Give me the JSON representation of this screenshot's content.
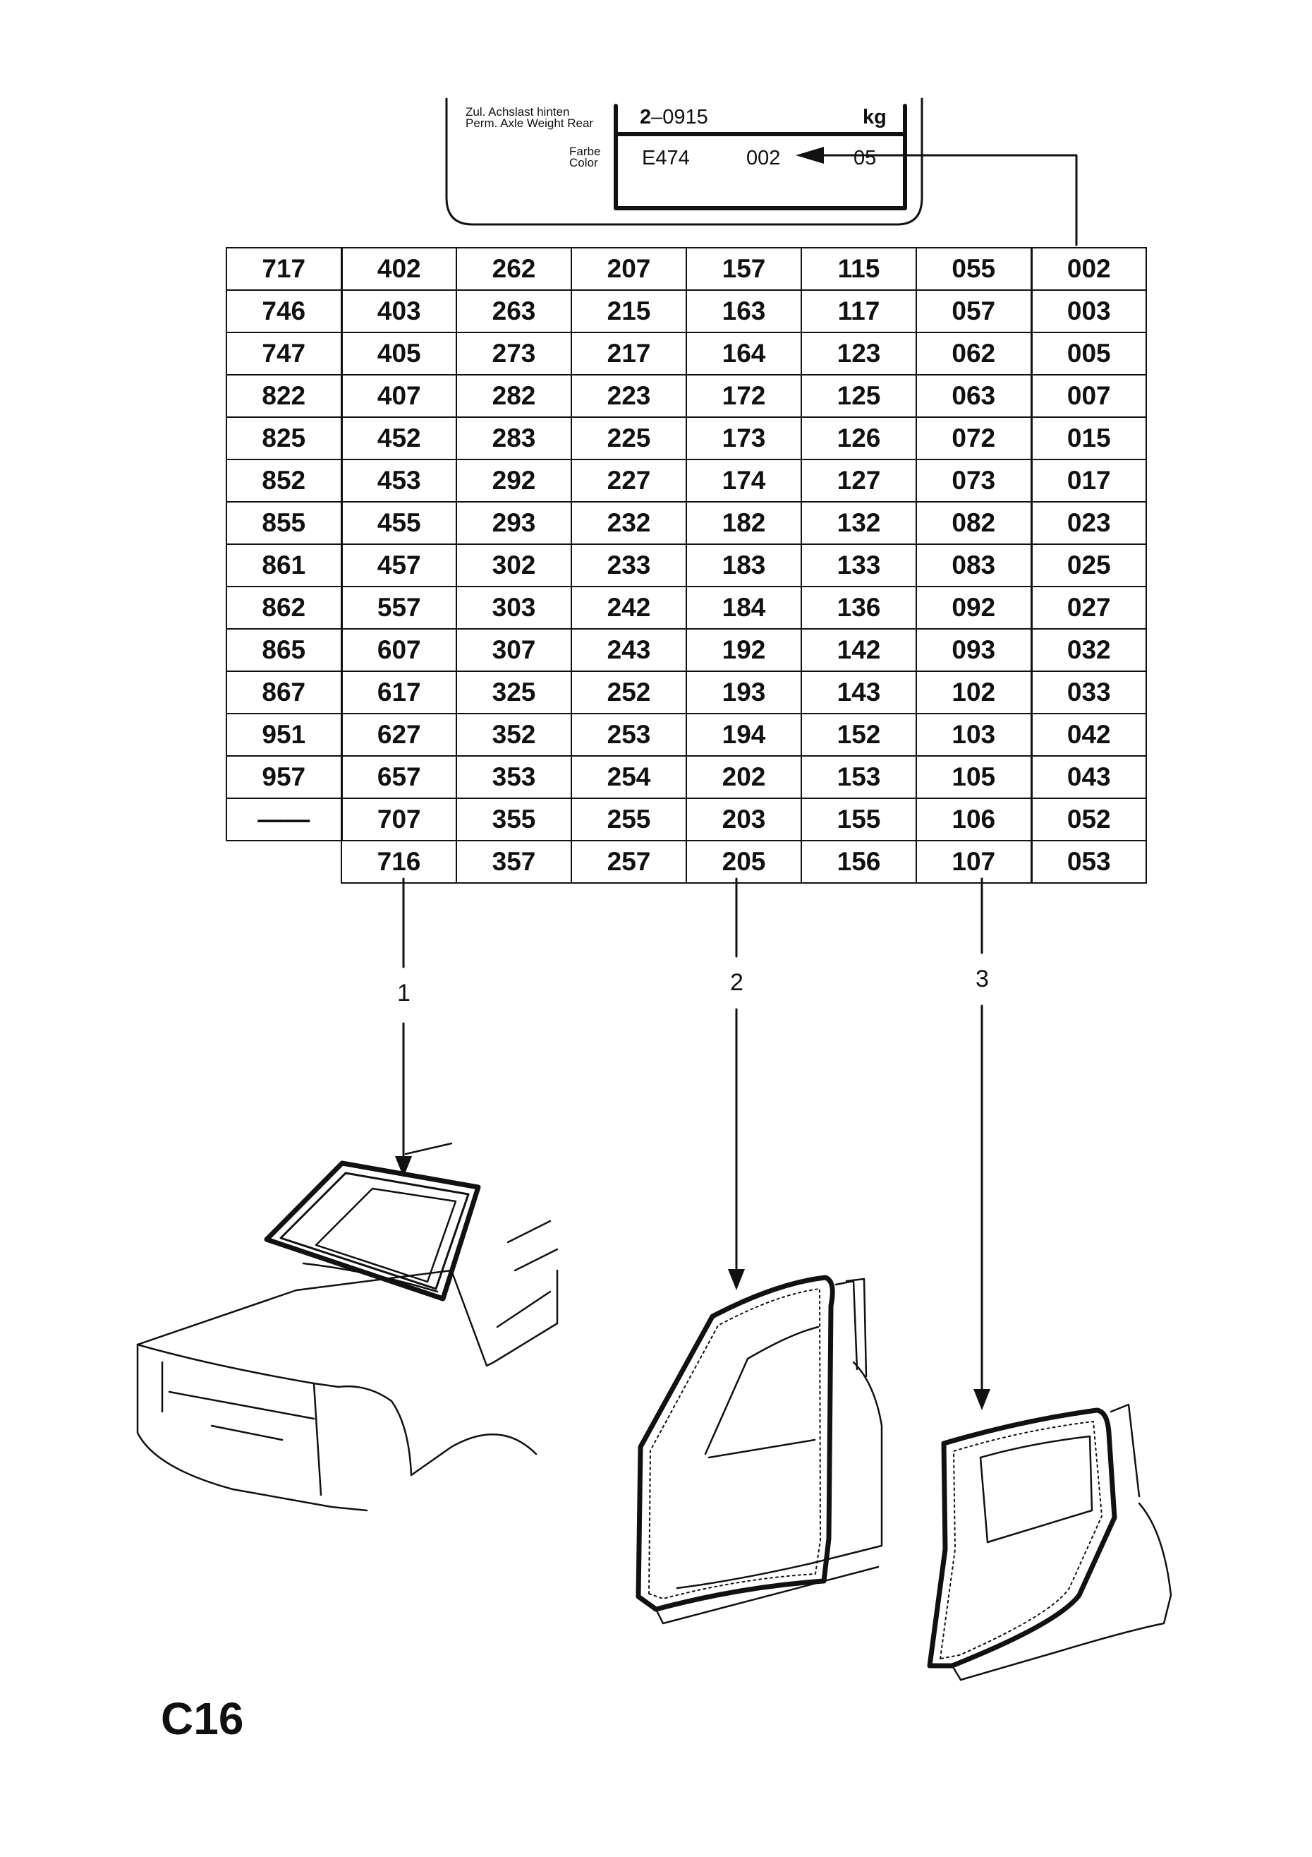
{
  "plate": {
    "axle_label_de": "Zul. Achslast hinten",
    "axle_label_en": "Perm. Axle Weight Rear",
    "color_label_de": "Farbe",
    "color_label_en": "Color",
    "axle_value_bold": "2",
    "axle_value_rest": "–0915",
    "unit": "kg",
    "color_code": "E474",
    "color_value": "002",
    "color_value_struck": "05"
  },
  "code_table": {
    "rows": [
      [
        "717",
        "402",
        "262",
        "207",
        "157",
        "115",
        "055",
        "002"
      ],
      [
        "746",
        "403",
        "263",
        "215",
        "163",
        "117",
        "057",
        "003"
      ],
      [
        "747",
        "405",
        "273",
        "217",
        "164",
        "123",
        "062",
        "005"
      ],
      [
        "822",
        "407",
        "282",
        "223",
        "172",
        "125",
        "063",
        "007"
      ],
      [
        "825",
        "452",
        "283",
        "225",
        "173",
        "126",
        "072",
        "015"
      ],
      [
        "852",
        "453",
        "292",
        "227",
        "174",
        "127",
        "073",
        "017"
      ],
      [
        "855",
        "455",
        "293",
        "232",
        "182",
        "132",
        "082",
        "023"
      ],
      [
        "861",
        "457",
        "302",
        "233",
        "183",
        "133",
        "083",
        "025"
      ],
      [
        "862",
        "557",
        "303",
        "242",
        "184",
        "136",
        "092",
        "027"
      ],
      [
        "865",
        "607",
        "307",
        "243",
        "192",
        "142",
        "093",
        "032"
      ],
      [
        "867",
        "617",
        "325",
        "252",
        "193",
        "143",
        "102",
        "033"
      ],
      [
        "951",
        "627",
        "352",
        "253",
        "194",
        "152",
        "103",
        "042"
      ],
      [
        "957",
        "657",
        "353",
        "254",
        "202",
        "153",
        "105",
        "043"
      ],
      [
        "——",
        "707",
        "355",
        "255",
        "203",
        "155",
        "106",
        "052"
      ],
      [
        "",
        "716",
        "357",
        "257",
        "205",
        "156",
        "107",
        "053"
      ]
    ]
  },
  "callouts": [
    "1",
    "2",
    "3"
  ],
  "page_code": "C16"
}
